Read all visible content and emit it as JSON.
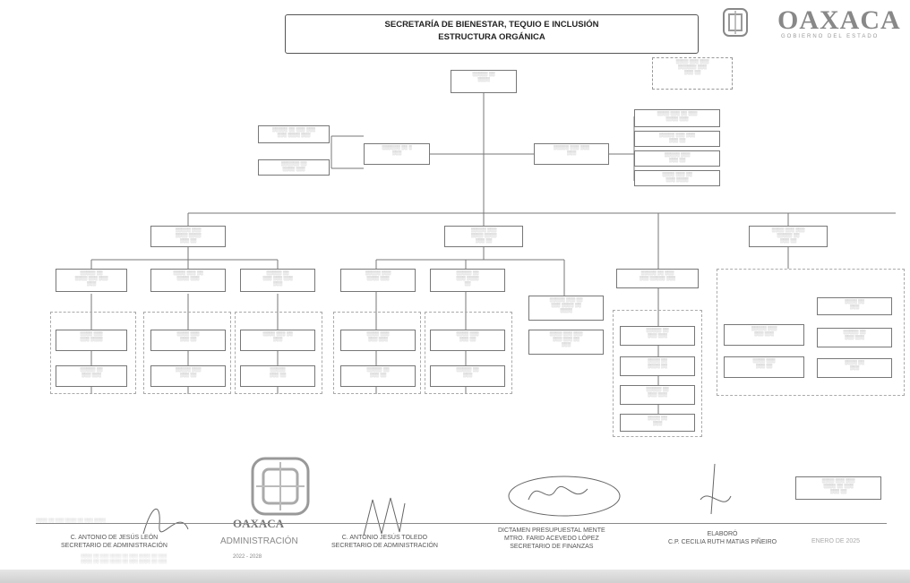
{
  "header": {
    "title_line1": "SECRETARÍA DE BIENESTAR, TEQUIO E INCLUSIÓN",
    "title_line2": "ESTRUCTURA ORGÁNICA",
    "brand": "OAXACA",
    "brand_sub": "GOBIERNO DEL ESTADO"
  },
  "stamp_oaxaca": "OAXACA",
  "stamp_admin": "ADMINISTRACIÓN",
  "stamp_years": "2022 - 2028",
  "signatures": [
    {
      "line1": "C. ANTONIO DE JESÚS LEÓN",
      "line2": "SECRETARIO DE ADMINISTRACIÓN"
    },
    {
      "line1": "C. ANTONIO JESÚS TOLEDO",
      "line2": "SECRETARIO DE ADMINISTRACIÓN"
    },
    {
      "line1": "DICTAMEN PRESUPUESTAL MENTE",
      "line2": "MTRO. FARID ACEVEDO LÓPEZ",
      "line3": "SECRETARIO DE FINANZAS"
    },
    {
      "line1": "ELABORÓ",
      "line2": "C.P. CECILIA RUTH MATIAS PIÑEIRO"
    },
    {
      "line1": "ENERO DE 2025"
    }
  ]
}
